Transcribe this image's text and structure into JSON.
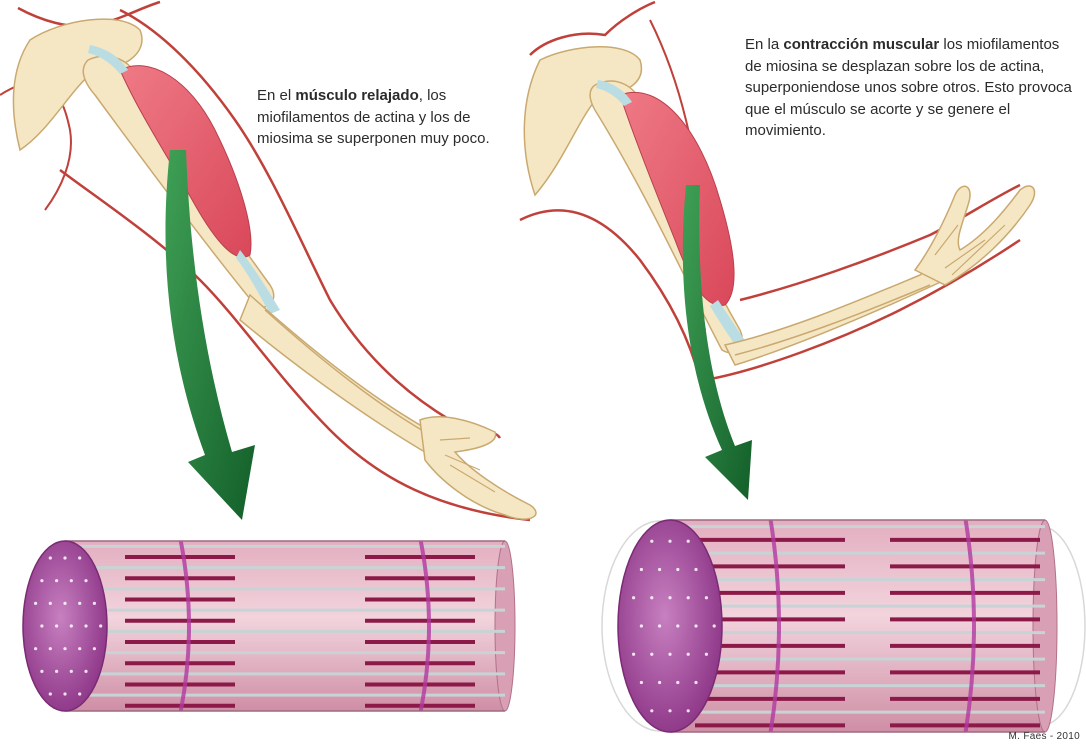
{
  "captions": {
    "relaxed": {
      "prefix": "En el ",
      "bold": "músculo relajado",
      "suffix": ", los miofilamentos de actina y los de miosima se superponen muy poco."
    },
    "contracted": {
      "prefix": "En la ",
      "bold": "contracción muscular",
      "suffix": " los miofilamentos de miosina se desplazan sobre los de actina, superponiendose unos sobre otros. Esto provoca que el músculo se acorte y se genere el movimiento."
    }
  },
  "credit": "M. Faes - 2010",
  "colors": {
    "bone": "#f6e7c4",
    "skin_outline": "#c0403a",
    "muscle": "#e8606e",
    "tendon": "#b9dde3",
    "arrow": "#1f7a36",
    "cylinder_end": "#a0479a",
    "myosin": "#8b1a48",
    "actin": "#c7d3d5",
    "z_line": "#b03aa0"
  }
}
